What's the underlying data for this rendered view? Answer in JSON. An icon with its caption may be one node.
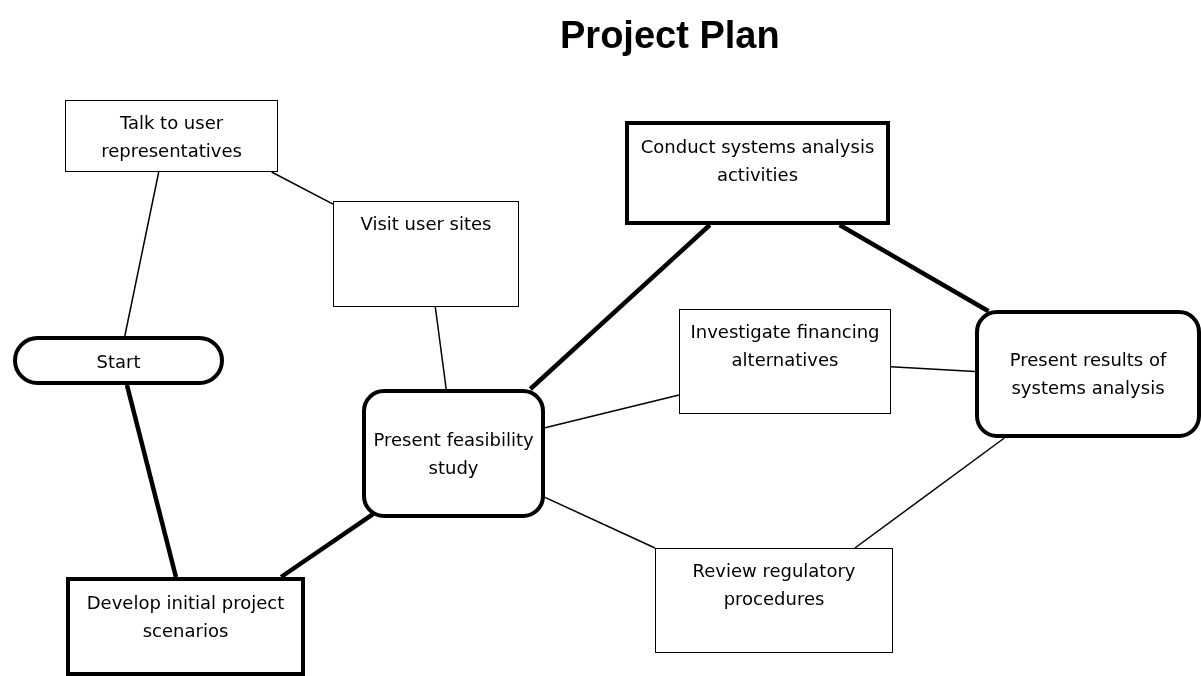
{
  "diagram": {
    "title": "Project Plan",
    "nodes": [
      {
        "text": [
          "Talk to user representatives"
        ]
      },
      {
        "text": [
          "Visit user sites"
        ]
      },
      {
        "text": [
          "Conduct systems analysis activities"
        ]
      },
      {
        "text": [
          "Start"
        ]
      },
      {
        "text": [
          "Investigate financing alternatives"
        ]
      },
      {
        "text": [
          "Present results of systems analysis"
        ]
      },
      {
        "text": [
          "Present feasibility study"
        ]
      },
      {
        "text": [
          "Develop initial project scenarios"
        ]
      },
      {
        "text": [
          "Review regulatory procedures"
        ]
      }
    ],
    "edges": [
      {
        "from": 0,
        "to": 3,
        "arrow": "none"
      },
      {
        "from": 0,
        "to": 1,
        "arrow": "none"
      },
      {
        "from": 1,
        "to": 6,
        "arrow": "none"
      },
      {
        "from": 3,
        "to": 7,
        "arrow": "none",
        "style": "thick"
      },
      {
        "from": 7,
        "to": 6,
        "arrow": "none",
        "style": "thick"
      },
      {
        "from": 6,
        "to": 2,
        "arrow": "none",
        "style": "thick"
      },
      {
        "from": 2,
        "to": 5,
        "arrow": "none",
        "style": "thick"
      },
      {
        "from": 6,
        "to": 4,
        "arrow": "none"
      },
      {
        "from": 4,
        "to": 5,
        "arrow": "none"
      },
      {
        "from": 6,
        "to": 8,
        "arrow": "none"
      },
      {
        "from": 8,
        "to": 5,
        "arrow": "none"
      }
    ]
  }
}
